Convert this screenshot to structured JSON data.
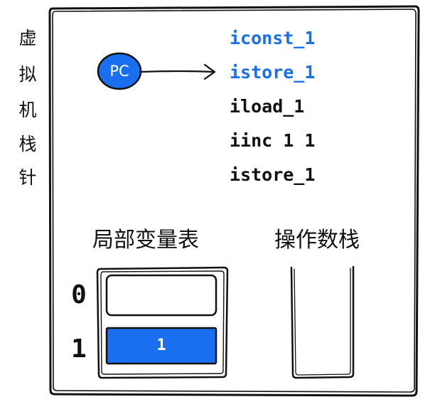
{
  "side_label": [
    "虚",
    "拟",
    "机",
    "栈",
    "针"
  ],
  "pc": {
    "label": "PC"
  },
  "instructions": [
    {
      "text": "iconst_1",
      "active": true
    },
    {
      "text": "istore_1",
      "active": true
    },
    {
      "text": "iload_1",
      "active": false
    },
    {
      "text": "iinc 1 1",
      "active": false
    },
    {
      "text": "istore_1",
      "active": false
    }
  ],
  "local_vars": {
    "title": "局部变量表",
    "slots": [
      {
        "index": "0",
        "value": ""
      },
      {
        "index": "1",
        "value": "1"
      }
    ]
  },
  "operand_stack": {
    "title": "操作数栈"
  },
  "colors": {
    "accent": "#1a6ff0",
    "ink": "#111111",
    "background": "#ffffff"
  }
}
